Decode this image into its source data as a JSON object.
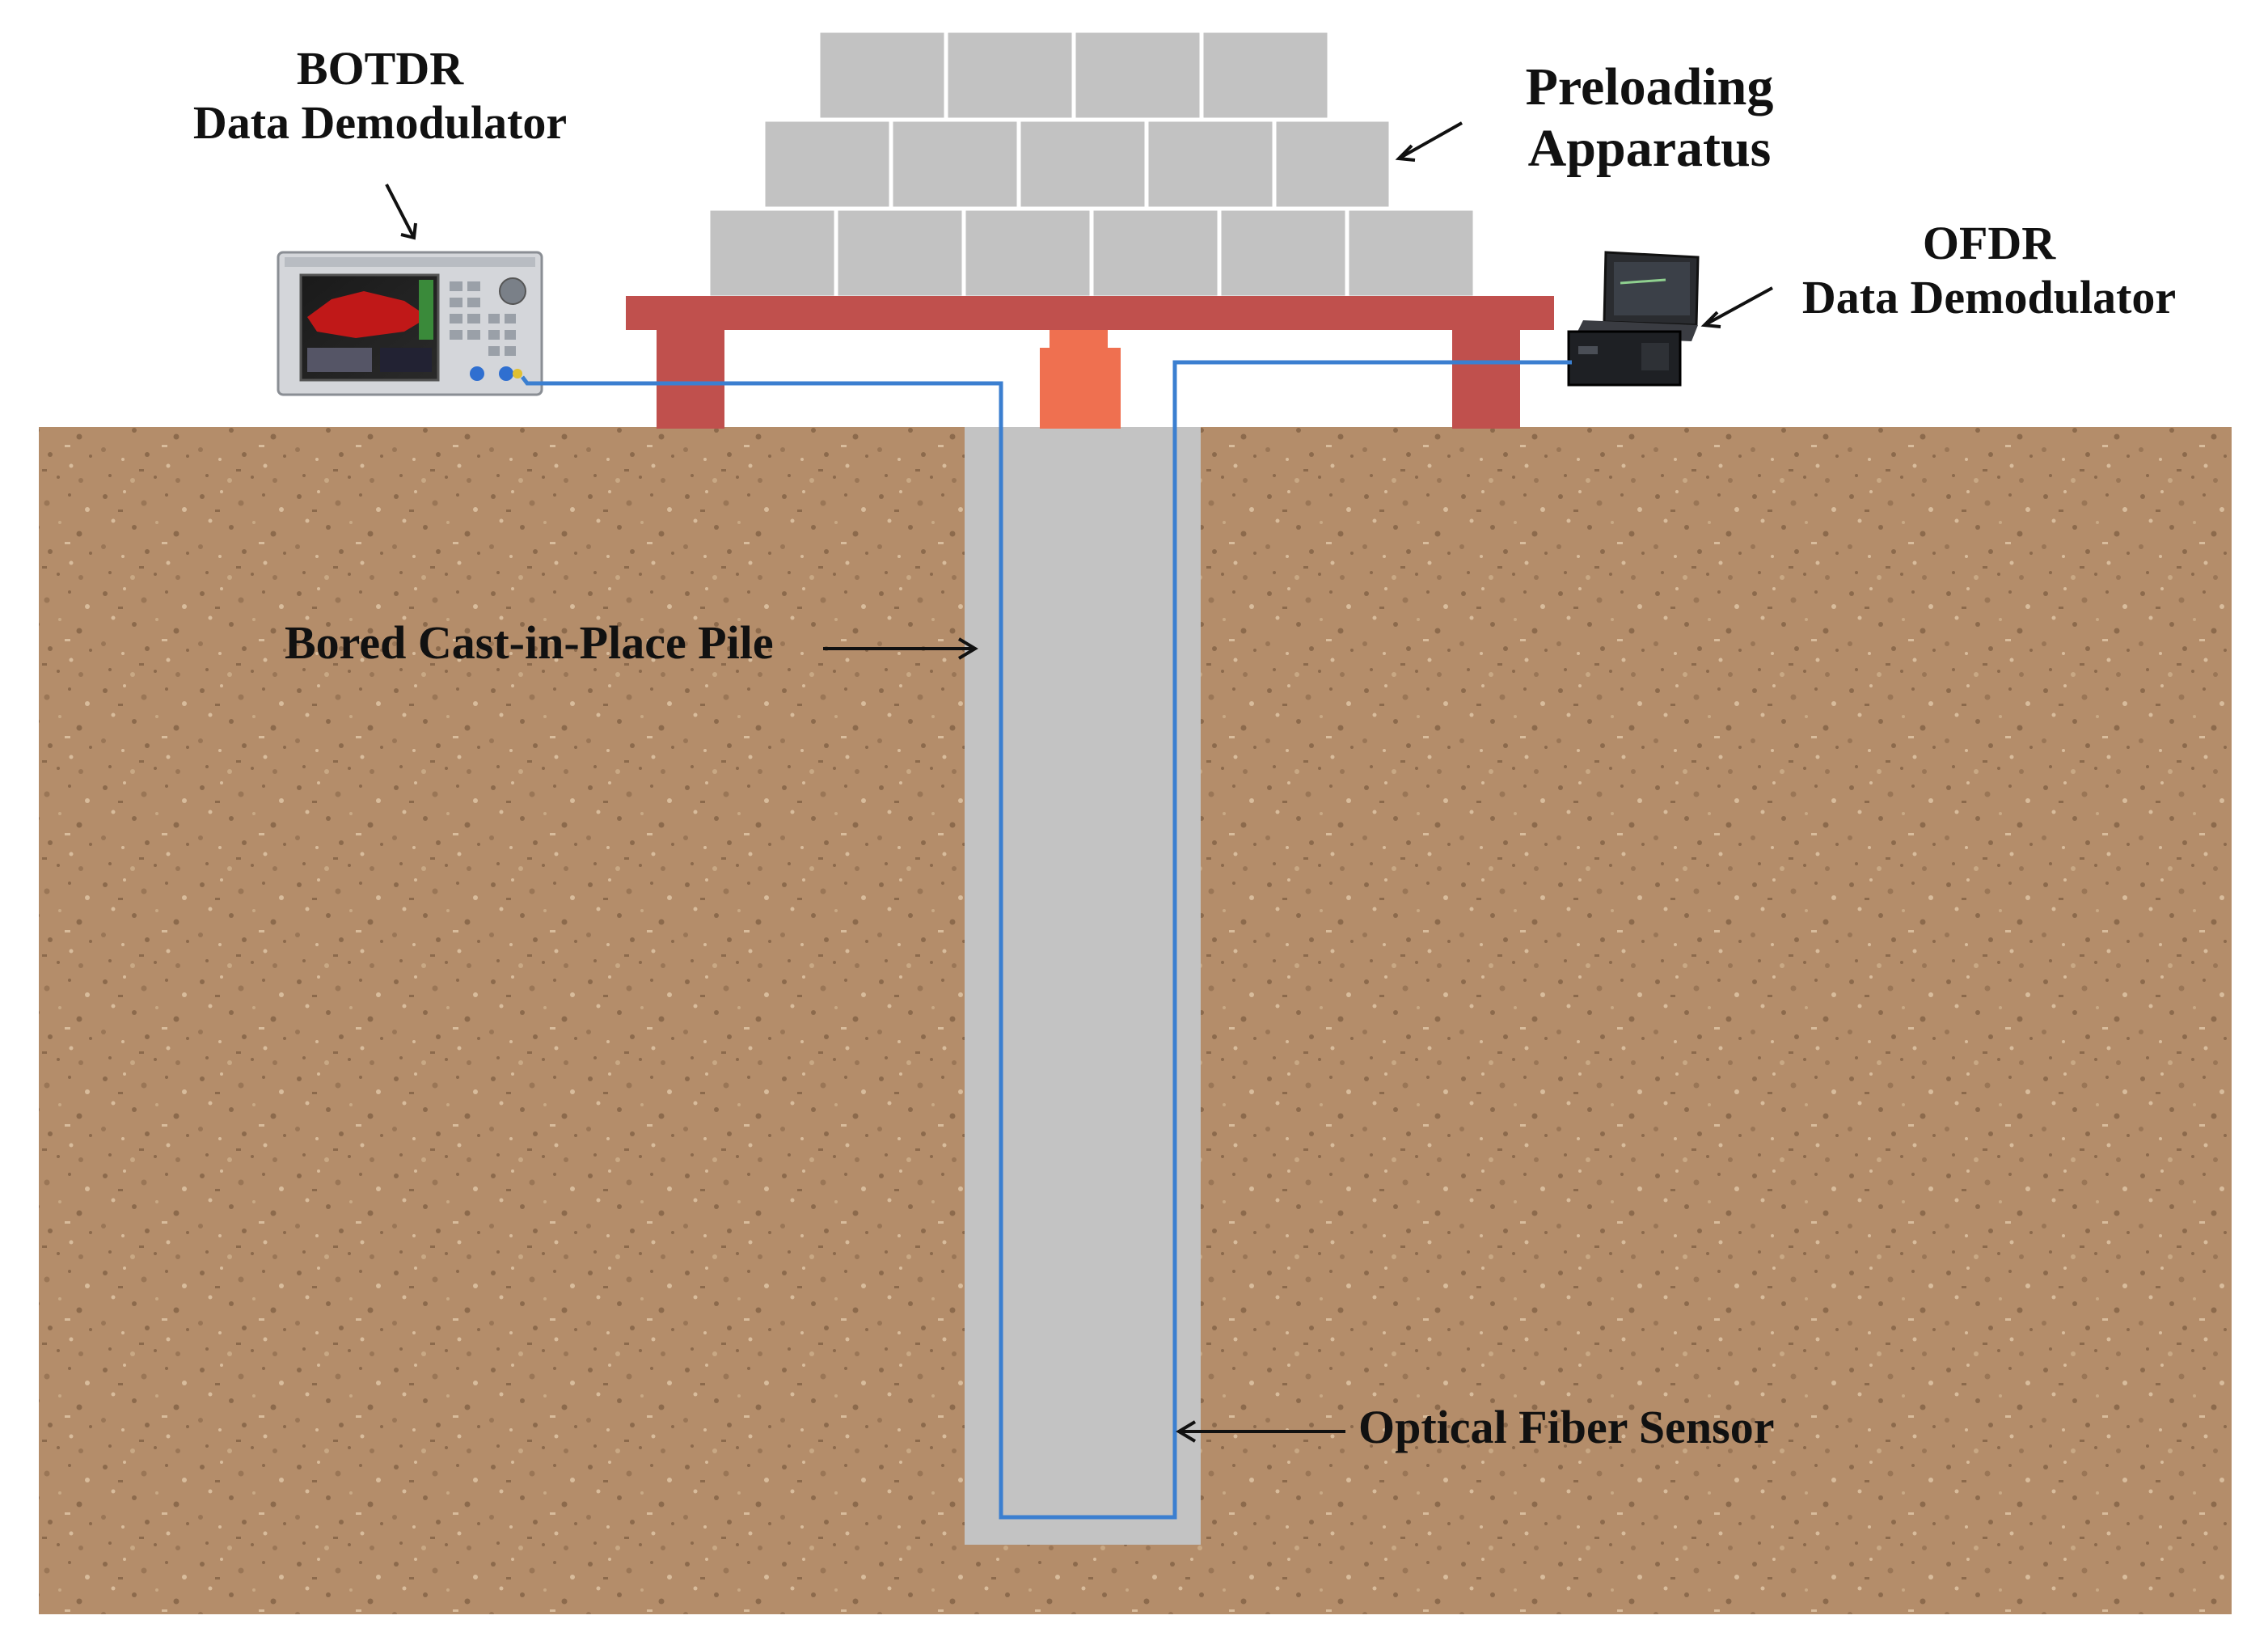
{
  "labels": {
    "botdr": {
      "line1": "BOTDR",
      "line2": "Data Demodulator"
    },
    "preload": {
      "line1": "Preloading",
      "line2": "Apparatus"
    },
    "ofdr": {
      "line1": "OFDR",
      "line2": "Data Demodulator"
    },
    "pile": "Bored Cast-in-Place Pile",
    "fiber": "Optical Fiber Sensor"
  },
  "colors": {
    "soil": "#b48d6a",
    "soil_dark": "#8c6a4c",
    "soil_light": "#d8bc9c",
    "pile": "#c3c3c3",
    "weights": "#c2c2c2",
    "beam": "#c0504d",
    "jack": "#ef7050",
    "fiber": "#3b7fd0",
    "arrow": "#111111"
  }
}
